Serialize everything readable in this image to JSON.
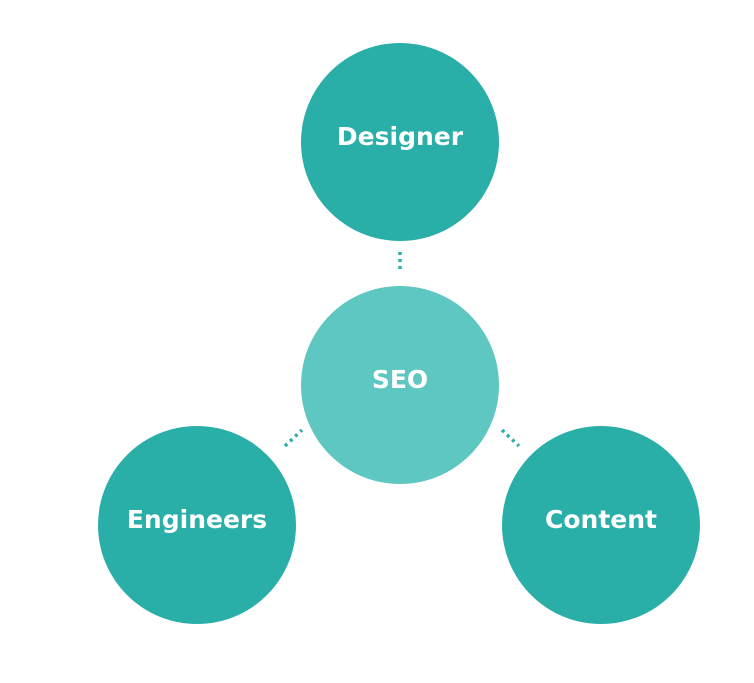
{
  "diagram": {
    "nodes": {
      "designer": {
        "label": "Designer"
      },
      "seo": {
        "label": "SEO"
      },
      "engineers": {
        "label": "Engineers"
      },
      "content": {
        "label": "Content"
      }
    },
    "colors": {
      "outer_node": "#2aaea8",
      "center_node": "#5ec7c2",
      "connector": "#2aaea8",
      "label_text": "#ffffff",
      "background": "#ffffff"
    }
  }
}
